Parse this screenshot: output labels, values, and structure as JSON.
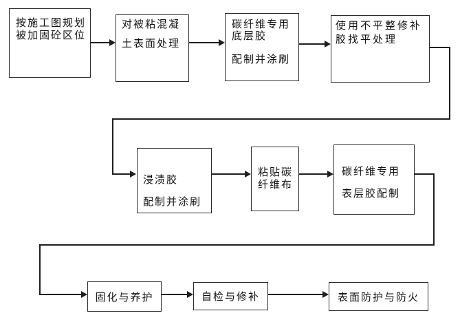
{
  "diagram": {
    "type": "flowchart",
    "orientation": "left-to-right, three rows, serpentine flow",
    "colors": {
      "background": "#ffffff",
      "node_fill": "#ffffff",
      "node_border": "#2b2b2b",
      "line": "#1e1e1e",
      "text": "#111111"
    },
    "nodes": [
      {
        "id": "n1",
        "label": "按施工图规划\n被加固砼区位"
      },
      {
        "id": "n2",
        "label": "对被粘混凝\n\n土表面处理"
      },
      {
        "id": "n3",
        "label": "碳纤维专用\n底层胶\n\n配制并涂刷"
      },
      {
        "id": "n4",
        "label": "使用不平整修补\n胶找平处理"
      },
      {
        "id": "n5",
        "label": "浸渍胶\n\n配制并涂刷"
      },
      {
        "id": "n6",
        "label": "粘贴碳\n纤维布"
      },
      {
        "id": "n7",
        "label": "碳纤维专用\n\n表层胶配制"
      },
      {
        "id": "n8",
        "label": "固化与养护"
      },
      {
        "id": "n9",
        "label": "自检与修补"
      },
      {
        "id": "n10",
        "label": "表面防护与防火"
      }
    ],
    "edges": [
      {
        "from": "n1",
        "to": "n2",
        "style": "straight-arrow"
      },
      {
        "from": "n2",
        "to": "n3",
        "style": "straight-arrow"
      },
      {
        "from": "n3",
        "to": "n4",
        "style": "straight-arrow"
      },
      {
        "from": "n4",
        "to": "n5",
        "style": "elbow-arrow"
      },
      {
        "from": "n5",
        "to": "n6",
        "style": "straight-arrow"
      },
      {
        "from": "n6",
        "to": "n7",
        "style": "straight-arrow"
      },
      {
        "from": "n7",
        "to": "n8",
        "style": "elbow-arrow"
      },
      {
        "from": "n8",
        "to": "n9",
        "style": "straight-arrow"
      },
      {
        "from": "n9",
        "to": "n10",
        "style": "straight-arrow"
      }
    ]
  }
}
